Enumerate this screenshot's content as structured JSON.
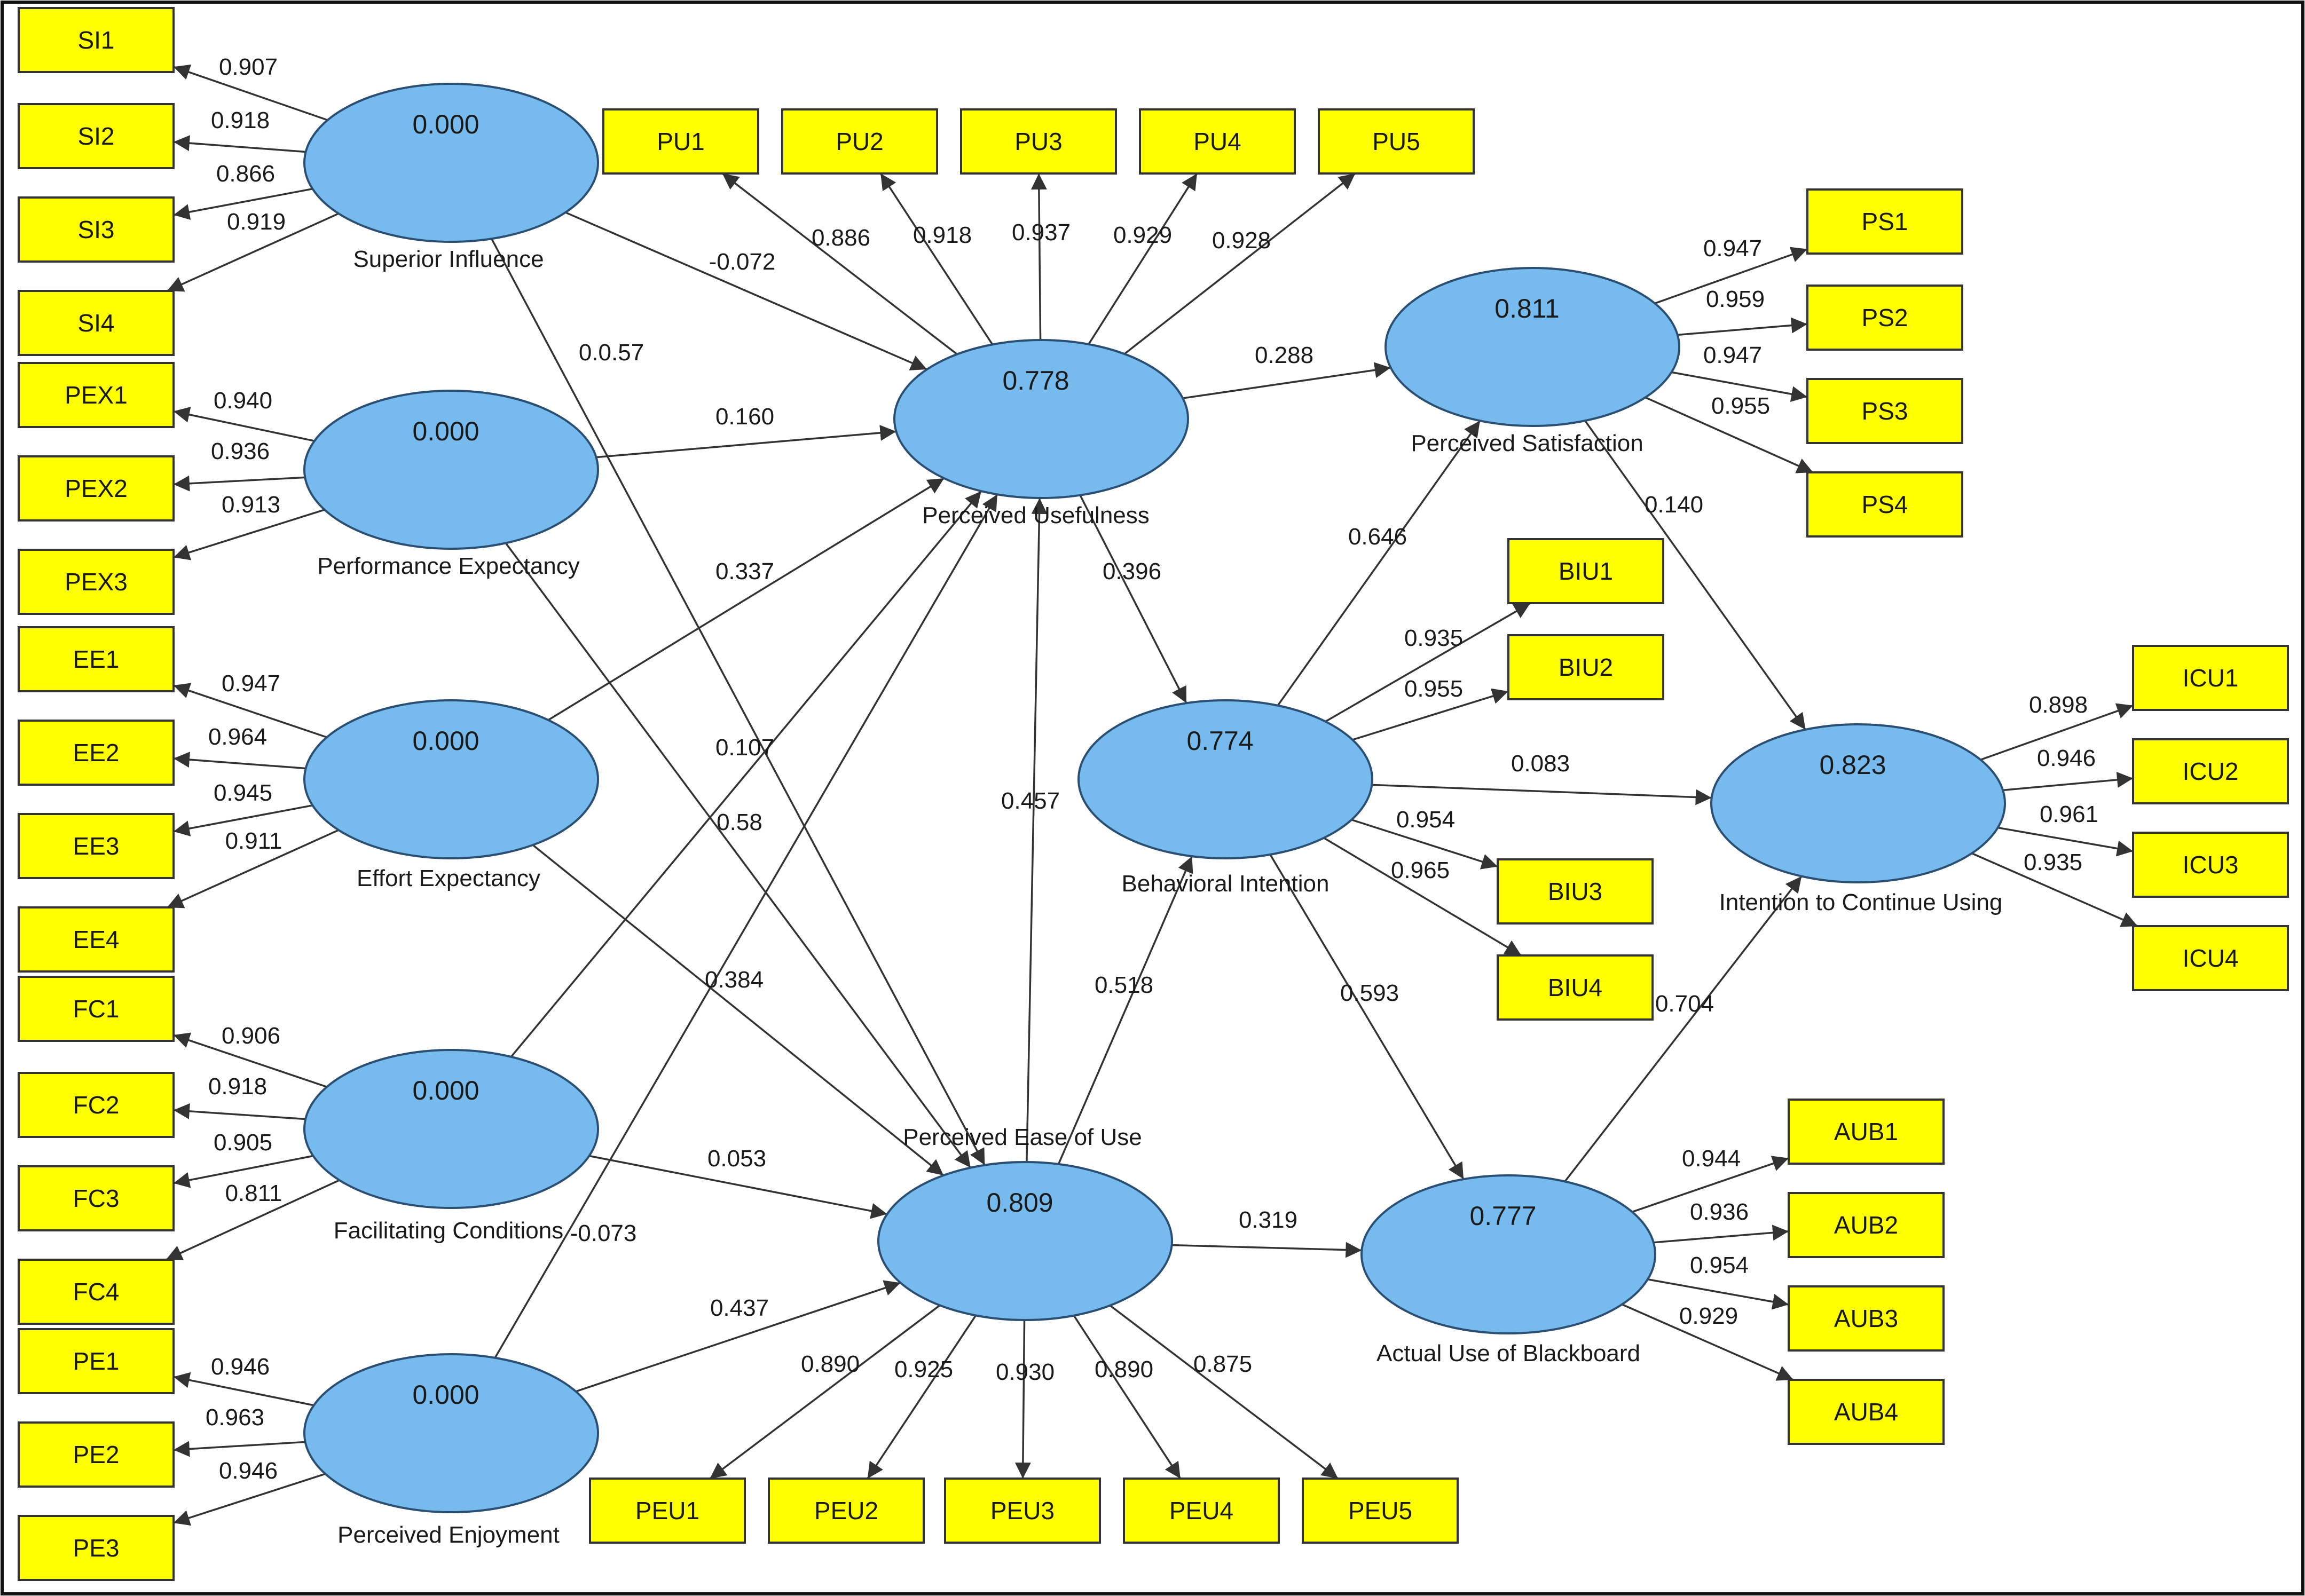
{
  "colors": {
    "construct_fill": "#77BBEE",
    "construct_stroke": "#2a4f73",
    "indicator_fill": "#FFFF00",
    "indicator_stroke": "#333333",
    "line": "#333333",
    "frame": "#111111"
  },
  "constructs": [
    {
      "id": "SI",
      "r2": "0.000",
      "label": "Superior Influence"
    },
    {
      "id": "PEX",
      "r2": "0.000",
      "label": "Performance Expectancy"
    },
    {
      "id": "EE",
      "r2": "0.000",
      "label": "Effort Expectancy"
    },
    {
      "id": "FC",
      "r2": "0.000",
      "label": "Facilitating Conditions"
    },
    {
      "id": "PE",
      "r2": "0.000",
      "label": "Perceived Enjoyment"
    },
    {
      "id": "PU",
      "r2": "0.778",
      "label": "Perceived Usefulness"
    },
    {
      "id": "PEU",
      "r2": "0.809",
      "label": "Perceived Ease of Use"
    },
    {
      "id": "BI",
      "r2": "0.774",
      "label": "Behavioral Intention"
    },
    {
      "id": "PS",
      "r2": "0.811",
      "label": "Perceived Satisfaction"
    },
    {
      "id": "AUB",
      "r2": "0.777",
      "label": "Actual Use of Blackboard"
    },
    {
      "id": "ICU",
      "r2": "0.823",
      "label": "Intention to Continue Using"
    }
  ],
  "indicators": [
    {
      "id": "SI1",
      "construct": "SI",
      "label": "SI1",
      "loading": "0.907"
    },
    {
      "id": "SI2",
      "construct": "SI",
      "label": "SI2",
      "loading": "0.918"
    },
    {
      "id": "SI3",
      "construct": "SI",
      "label": "SI3",
      "loading": "0.866"
    },
    {
      "id": "SI4",
      "construct": "SI",
      "label": "SI4",
      "loading": "0.919"
    },
    {
      "id": "PEX1",
      "construct": "PEX",
      "label": "PEX1",
      "loading": "0.940"
    },
    {
      "id": "PEX2",
      "construct": "PEX",
      "label": "PEX2",
      "loading": "0.936"
    },
    {
      "id": "PEX3",
      "construct": "PEX",
      "label": "PEX3",
      "loading": "0.913"
    },
    {
      "id": "EE1",
      "construct": "EE",
      "label": "EE1",
      "loading": "0.947"
    },
    {
      "id": "EE2",
      "construct": "EE",
      "label": "EE2",
      "loading": "0.964"
    },
    {
      "id": "EE3",
      "construct": "EE",
      "label": "EE3",
      "loading": "0.945"
    },
    {
      "id": "EE4",
      "construct": "EE",
      "label": "EE4",
      "loading": "0.911"
    },
    {
      "id": "FC1",
      "construct": "FC",
      "label": "FC1",
      "loading": "0.906"
    },
    {
      "id": "FC2",
      "construct": "FC",
      "label": "FC2",
      "loading": "0.918"
    },
    {
      "id": "FC3",
      "construct": "FC",
      "label": "FC3",
      "loading": "0.905"
    },
    {
      "id": "FC4",
      "construct": "FC",
      "label": "FC4",
      "loading": "0.811"
    },
    {
      "id": "PE1",
      "construct": "PE",
      "label": "PE1",
      "loading": "0.946"
    },
    {
      "id": "PE2",
      "construct": "PE",
      "label": "PE2",
      "loading": "0.963"
    },
    {
      "id": "PE3",
      "construct": "PE",
      "label": "PE3",
      "loading": "0.946"
    },
    {
      "id": "PU1",
      "construct": "PU",
      "label": "PU1",
      "loading": "0.886"
    },
    {
      "id": "PU2",
      "construct": "PU",
      "label": "PU2",
      "loading": "0.918"
    },
    {
      "id": "PU3",
      "construct": "PU",
      "label": "PU3",
      "loading": "0.937"
    },
    {
      "id": "PU4",
      "construct": "PU",
      "label": "PU4",
      "loading": "0.929"
    },
    {
      "id": "PU5",
      "construct": "PU",
      "label": "PU5",
      "loading": "0.928"
    },
    {
      "id": "PS1",
      "construct": "PS",
      "label": "PS1",
      "loading": "0.947"
    },
    {
      "id": "PS2",
      "construct": "PS",
      "label": "PS2",
      "loading": "0.959"
    },
    {
      "id": "PS3",
      "construct": "PS",
      "label": "PS3",
      "loading": "0.947"
    },
    {
      "id": "PS4",
      "construct": "PS",
      "label": "PS4",
      "loading": "0.955"
    },
    {
      "id": "BIU1",
      "construct": "BI",
      "label": "BIU1",
      "loading": "0.935"
    },
    {
      "id": "BIU2",
      "construct": "BI",
      "label": "BIU2",
      "loading": "0.955"
    },
    {
      "id": "BIU3",
      "construct": "BI",
      "label": "BIU3",
      "loading": "0.954"
    },
    {
      "id": "BIU4",
      "construct": "BI",
      "label": "BIU4",
      "loading": "0.965"
    },
    {
      "id": "ICU1",
      "construct": "ICU",
      "label": "ICU1",
      "loading": "0.898"
    },
    {
      "id": "ICU2",
      "construct": "ICU",
      "label": "ICU2",
      "loading": "0.946"
    },
    {
      "id": "ICU3",
      "construct": "ICU",
      "label": "ICU3",
      "loading": "0.961"
    },
    {
      "id": "ICU4",
      "construct": "ICU",
      "label": "ICU4",
      "loading": "0.935"
    },
    {
      "id": "AUB1",
      "construct": "AUB",
      "label": "AUB1",
      "loading": "0.944"
    },
    {
      "id": "AUB2",
      "construct": "AUB",
      "label": "AUB2",
      "loading": "0.936"
    },
    {
      "id": "AUB3",
      "construct": "AUB",
      "label": "AUB3",
      "loading": "0.954"
    },
    {
      "id": "AUB4",
      "construct": "AUB",
      "label": "AUB4",
      "loading": "0.929"
    },
    {
      "id": "PEU1",
      "construct": "PEU",
      "label": "PEU1",
      "loading": "0.890"
    },
    {
      "id": "PEU2",
      "construct": "PEU",
      "label": "PEU2",
      "loading": "0.925"
    },
    {
      "id": "PEU3",
      "construct": "PEU",
      "label": "PEU3",
      "loading": "0.930"
    },
    {
      "id": "PEU4",
      "construct": "PEU",
      "label": "PEU4",
      "loading": "0.890"
    },
    {
      "id": "PEU5",
      "construct": "PEU",
      "label": "PEU5",
      "loading": "0.875"
    }
  ],
  "paths": [
    {
      "from": "SI",
      "to": "PU",
      "coef": "-0.072"
    },
    {
      "from": "SI",
      "to": "PEU",
      "coef": "0.0.57"
    },
    {
      "from": "PEX",
      "to": "PU",
      "coef": "0.160"
    },
    {
      "from": "PEX",
      "to": "PEU",
      "coef": "0.58"
    },
    {
      "from": "EE",
      "to": "PU",
      "coef": "0.337"
    },
    {
      "from": "EE",
      "to": "PEU",
      "coef": "0.384"
    },
    {
      "from": "FC",
      "to": "PU",
      "coef": "0.107"
    },
    {
      "from": "FC",
      "to": "PEU",
      "coef": "0.053"
    },
    {
      "from": "PE",
      "to": "PU",
      "coef": "-0.073"
    },
    {
      "from": "PE",
      "to": "PEU",
      "coef": "0.437"
    },
    {
      "from": "PEU",
      "to": "PU",
      "coef": "0.457"
    },
    {
      "from": "PU",
      "to": "PS",
      "coef": "0.288"
    },
    {
      "from": "PU",
      "to": "BI",
      "coef": "0.396"
    },
    {
      "from": "PEU",
      "to": "BI",
      "coef": "0.518"
    },
    {
      "from": "PEU",
      "to": "AUB",
      "coef": "0.319"
    },
    {
      "from": "BI",
      "to": "PS",
      "coef": "0.646"
    },
    {
      "from": "BI",
      "to": "ICU",
      "coef": "0.083"
    },
    {
      "from": "BI",
      "to": "AUB",
      "coef": "0.593"
    },
    {
      "from": "PS",
      "to": "ICU",
      "coef": "0.140"
    },
    {
      "from": "AUB",
      "to": "ICU",
      "coef": "0.704"
    }
  ]
}
